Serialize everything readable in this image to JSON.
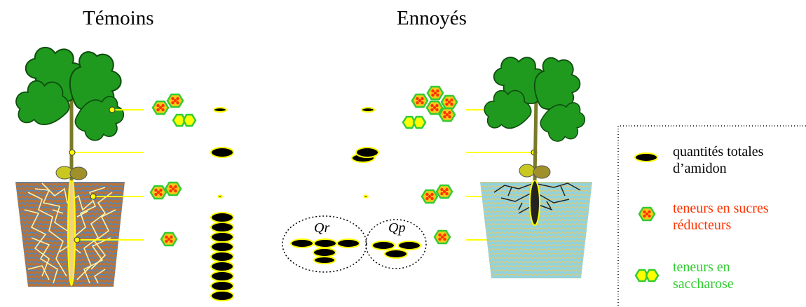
{
  "titles": {
    "left": "Témoins",
    "right": "Ennoyés"
  },
  "pools": {
    "qr": "Qr",
    "qp": "Qp"
  },
  "legend": {
    "starch": {
      "line1": "quantités totales",
      "line2": "d’amidon",
      "color": "#000000"
    },
    "reducing_sugars": {
      "line1": "teneurs en sucres",
      "line2": "réducteurs",
      "color": "#ff3300"
    },
    "sucrose": {
      "line1": "teneurs en",
      "line2": "saccharose",
      "color": "#33cc33"
    }
  },
  "colors": {
    "starch_fill": "#000000",
    "starch_outline": "#ffff00",
    "sugar_hex_outline": "#33cc33",
    "sugar_dot": "#ff3300",
    "sucrose_fill": "#ffff00",
    "leaf": "#1a8a1a",
    "soil_control": "#b8733a",
    "water_flooded": "#8fd3df",
    "roots_control": "#fff2a8",
    "connector": "#ffff00"
  },
  "icons": {
    "starch": "starch-ellipse-icon",
    "reducing_sugar": "reducing-sugar-hexagon-icon",
    "sucrose": "sucrose-double-hexagon-icon"
  }
}
